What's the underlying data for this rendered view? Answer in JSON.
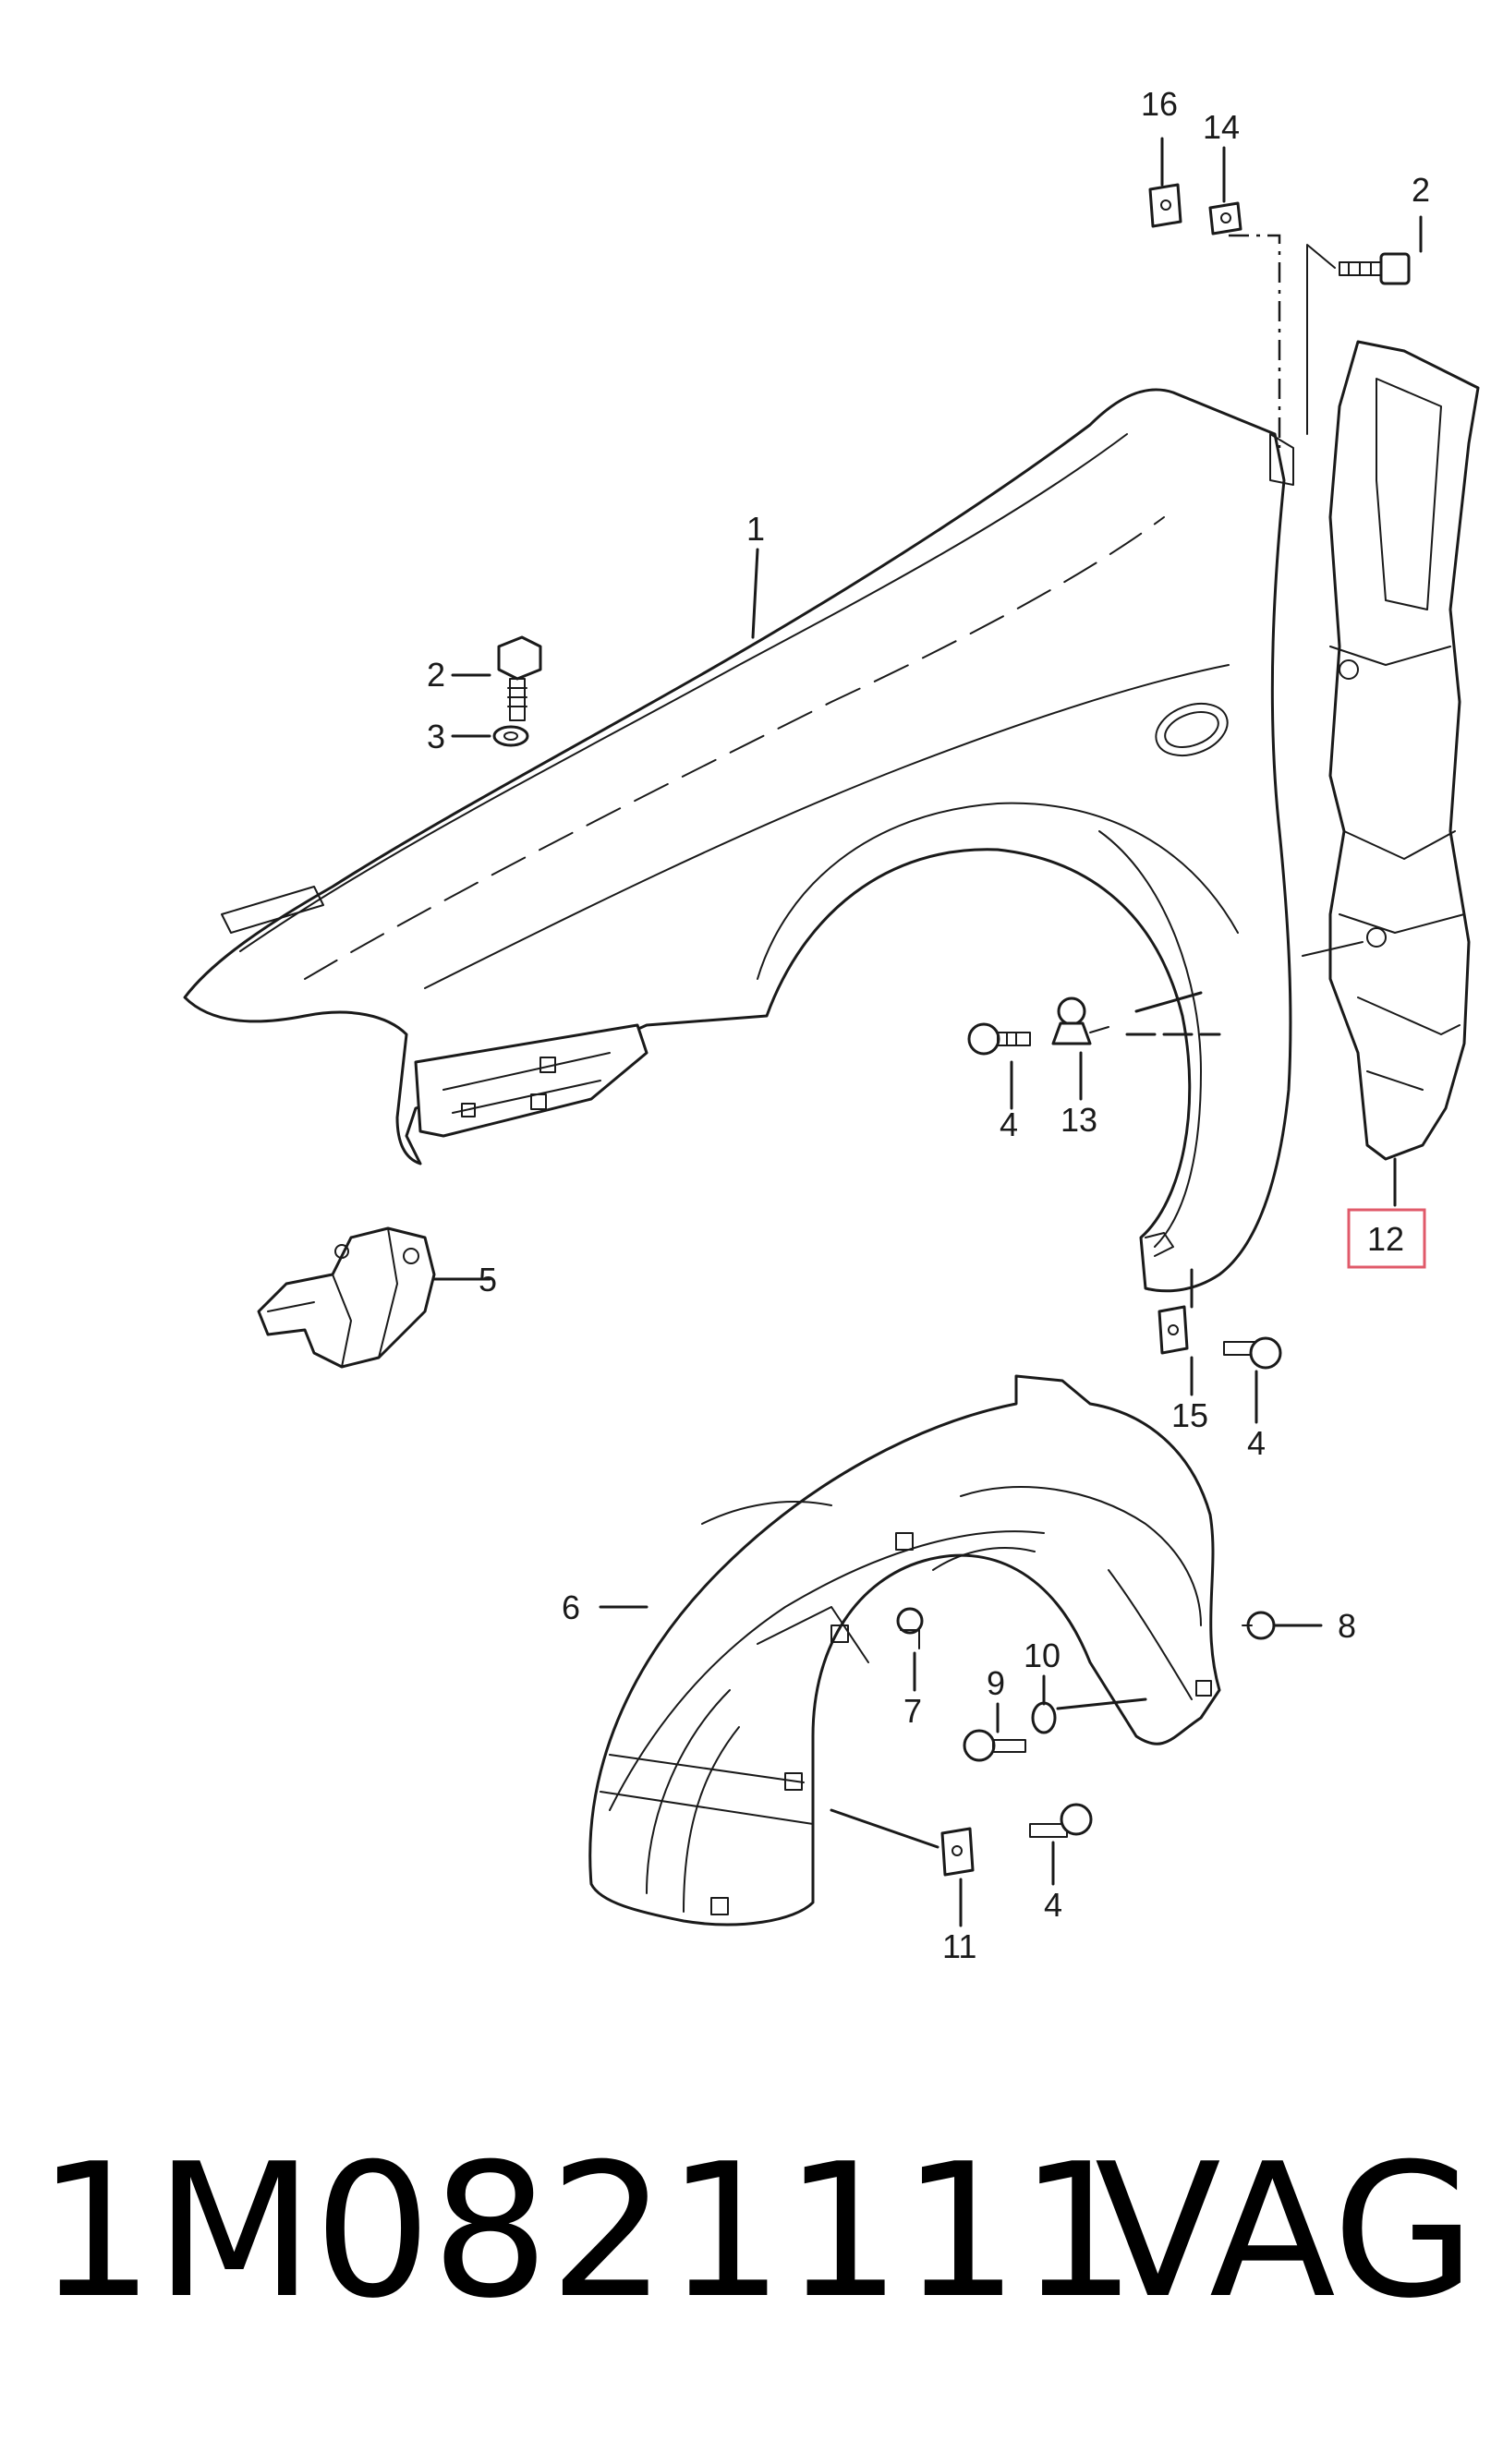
{
  "diagram": {
    "callouts": [
      "1",
      "2",
      "2",
      "3",
      "4",
      "4",
      "4",
      "5",
      "6",
      "7",
      "8",
      "9",
      "10",
      "11",
      "12",
      "13",
      "14",
      "15",
      "16"
    ],
    "highlighted": "12"
  },
  "footer": {
    "part_number": "1M0821111",
    "brand": "VAG"
  },
  "colors": {
    "line": "#1a1a1a",
    "highlight_box": "#e05a6a",
    "background": "#ffffff"
  }
}
